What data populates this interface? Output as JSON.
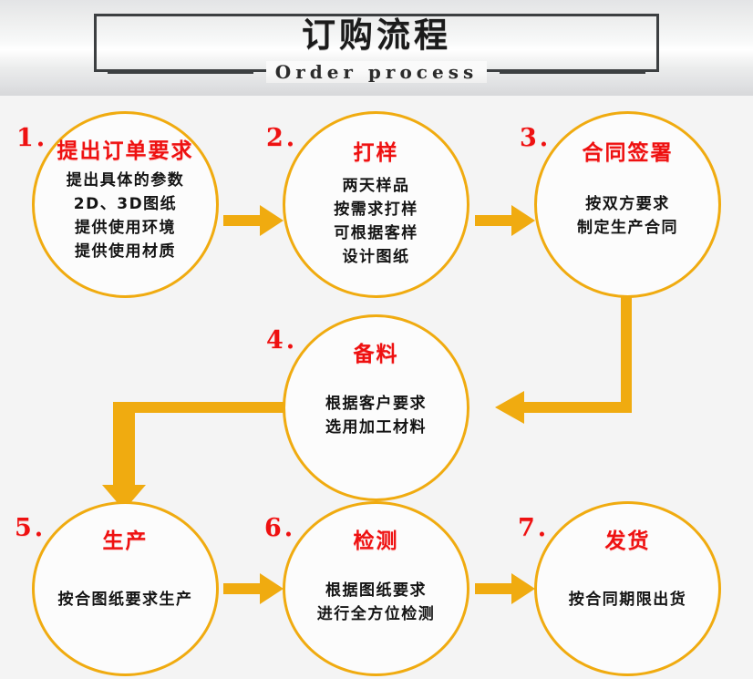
{
  "header": {
    "title": "订购流程",
    "subtitle": "Order process"
  },
  "colors": {
    "accent": "#f0ab10",
    "title_red": "#ee1111",
    "body_text": "#141414",
    "header_border": "#3c3f41",
    "background": "#f4f4f4"
  },
  "steps": [
    {
      "number": "1.",
      "title": "提出订单要求",
      "lines": [
        "提出具体的参数",
        "2D、3D图纸",
        "提供使用环境",
        "提供使用材质"
      ]
    },
    {
      "number": "2.",
      "title": "打样",
      "lines": [
        "两天样品",
        "按需求打样",
        "可根据客样",
        "设计图纸"
      ]
    },
    {
      "number": "3.",
      "title": "合同签署",
      "lines": [
        "按双方要求",
        "制定生产合同"
      ]
    },
    {
      "number": "4.",
      "title": "备料",
      "lines": [
        "根据客户要求",
        "选用加工材料"
      ]
    },
    {
      "number": "5.",
      "title": "生产",
      "lines": [
        "按合图纸要求生产"
      ]
    },
    {
      "number": "6.",
      "title": "检测",
      "lines": [
        "根据图纸要求",
        "进行全方位检测"
      ]
    },
    {
      "number": "7.",
      "title": "发货",
      "lines": [
        "按合同期限出货"
      ]
    }
  ],
  "connectors": [
    {
      "name": "arrow-step1-to-step2",
      "direction": "right"
    },
    {
      "name": "arrow-step2-to-step3",
      "direction": "right"
    },
    {
      "name": "arrow-step3-to-step4",
      "direction": "down-then-left"
    },
    {
      "name": "arrow-step4-to-step5",
      "direction": "left-then-down"
    },
    {
      "name": "arrow-step5-to-step6",
      "direction": "right"
    },
    {
      "name": "arrow-step6-to-step7",
      "direction": "right"
    }
  ]
}
